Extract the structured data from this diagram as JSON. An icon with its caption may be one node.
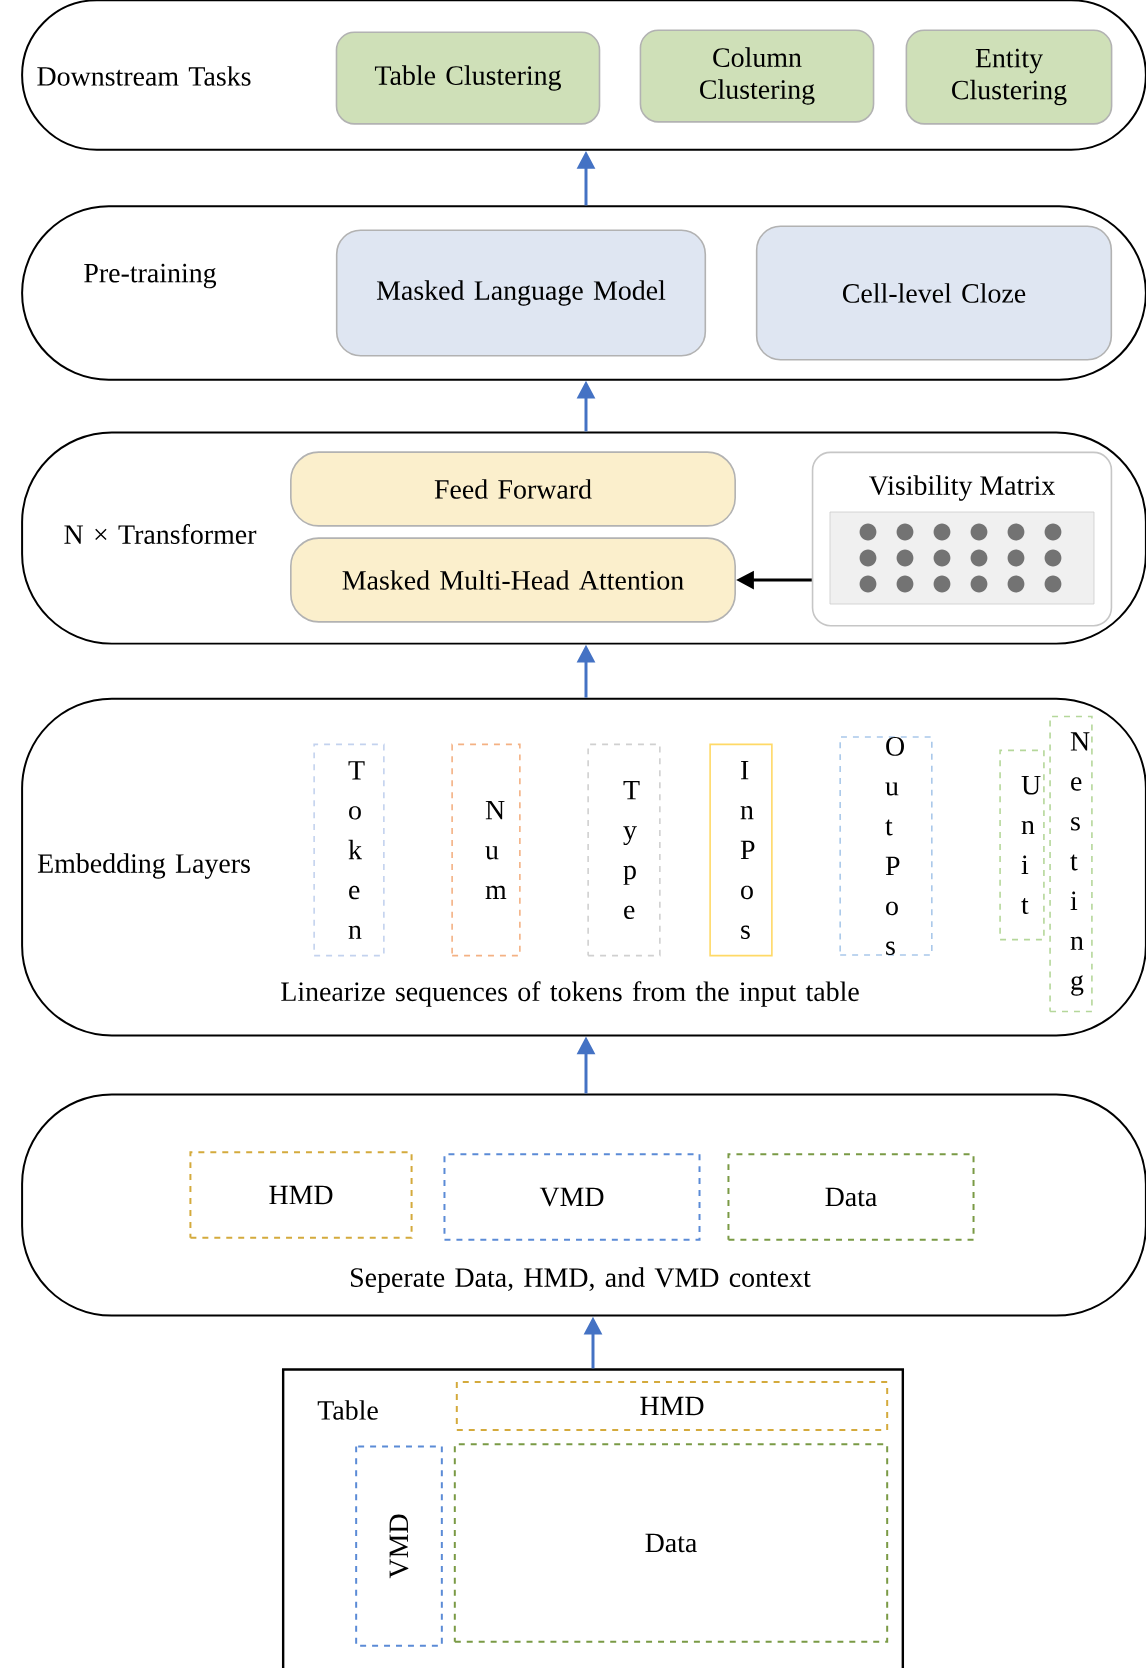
{
  "diagram": {
    "nodes": [
      {
        "text": [
          "Downstream Tasks"
        ]
      },
      {
        "text": [
          "Table Clustering"
        ],
        "in": 0
      },
      {
        "text": [
          "Column Clustering"
        ],
        "in": 0
      },
      {
        "text": [
          "Entity Clustering"
        ],
        "in": 0
      },
      {
        "text": [
          "Pre-training"
        ]
      },
      {
        "text": [
          "Masked Language Model"
        ],
        "in": 4
      },
      {
        "text": [
          "Cell-level Cloze"
        ],
        "in": 4
      },
      {
        "text": [
          "N × Transformer"
        ]
      },
      {
        "text": [
          "Feed Forward"
        ],
        "in": 7
      },
      {
        "text": [
          "Masked Multi-Head Attention"
        ],
        "in": 7
      },
      {
        "text": [
          "Visibility Matrix"
        ],
        "in": 7
      },
      {
        "text": [
          "Embedding Layers",
          "Linearize sequences of tokens from the input table"
        ]
      },
      {
        "text": [
          "Token"
        ],
        "in": 11
      },
      {
        "text": [
          "Num"
        ],
        "in": 11
      },
      {
        "text": [
          "Type"
        ],
        "in": 11
      },
      {
        "text": [
          "In Pos"
        ],
        "in": 11
      },
      {
        "text": [
          "Out Pos"
        ],
        "in": 11
      },
      {
        "text": [
          "Unit"
        ],
        "in": 11
      },
      {
        "text": [
          "Nesting"
        ],
        "in": 11
      },
      {
        "text": [
          "Seperate Data, HMD, and VMD context"
        ]
      },
      {
        "text": [
          "HMD"
        ],
        "in": 19
      },
      {
        "text": [
          "VMD"
        ],
        "in": 19
      },
      {
        "text": [
          "Data"
        ],
        "in": 19
      },
      {
        "text": [
          "Table"
        ]
      },
      {
        "text": [
          "HMD"
        ],
        "in": 23
      },
      {
        "text": [
          "VMD"
        ],
        "in": 23
      },
      {
        "text": [
          "Data"
        ],
        "in": 23
      }
    ],
    "edges": [
      {
        "from": 23,
        "to": 19,
        "arrow": "to"
      },
      {
        "from": 19,
        "to": 11,
        "arrow": "to"
      },
      {
        "from": 11,
        "to": 7,
        "arrow": "to"
      },
      {
        "from": 7,
        "to": 4,
        "arrow": "to"
      },
      {
        "from": 4,
        "to": 0,
        "arrow": "to"
      },
      {
        "from": 10,
        "to": 9,
        "arrow": "to",
        "color": "#000000"
      }
    ]
  }
}
